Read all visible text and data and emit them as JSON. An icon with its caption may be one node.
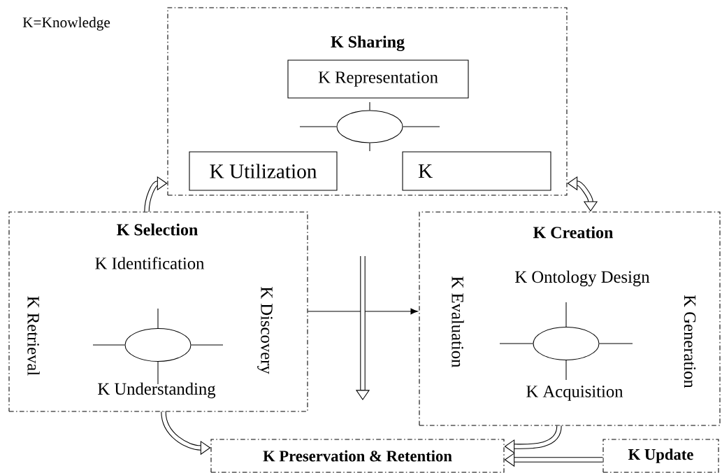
{
  "diagram": {
    "nodes": [
      {
        "text": [
          "K Sharing"
        ]
      },
      {
        "text": [
          "K Representation"
        ],
        "in": 0
      },
      {
        "text": [],
        "shape": "circle",
        "in": 0
      },
      {
        "text": [
          "K Utilization"
        ],
        "in": 0
      },
      {
        "text": [
          "K"
        ],
        "in": 0
      },
      {
        "text": [
          "K Selection",
          "K Identification",
          "K Retrieval",
          "K Discovery",
          "K Understanding"
        ]
      },
      {
        "text": [],
        "shape": "circle",
        "in": 5
      },
      {
        "text": [
          "K Creation",
          "K Ontology Design",
          "K Evaluation",
          "K Generation",
          "K Acquisition"
        ]
      },
      {
        "text": [],
        "shape": "circle",
        "in": 7
      },
      {
        "text": [
          "K Preservation & Retention"
        ]
      },
      {
        "text": [
          "K Update"
        ]
      }
    ],
    "edges": [
      {
        "from": 5,
        "to": 0,
        "arrow": "to"
      },
      {
        "from": 0,
        "to": 7,
        "arrow": "both"
      },
      {
        "from": 5,
        "to": 7,
        "arrow": "to"
      },
      {
        "from": 5,
        "to": 9,
        "arrow": "to"
      },
      {
        "from": 7,
        "to": 9,
        "arrow": "to"
      },
      {
        "from": 10,
        "to": 9,
        "arrow": "to"
      }
    ],
    "labels": [
      "K=Knowledge"
    ]
  }
}
